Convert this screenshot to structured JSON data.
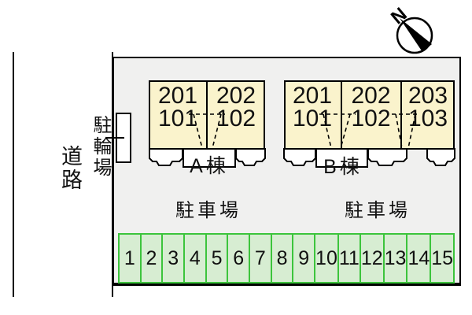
{
  "compass": {
    "label": "N"
  },
  "labels": {
    "road": "道路",
    "bicycle": "駐輪場",
    "parking_left": "駐車場",
    "parking_right": "駐車場"
  },
  "buildings": [
    {
      "name": "A棟",
      "units": [
        {
          "upper": "201",
          "lower": "101"
        },
        {
          "upper": "202",
          "lower": "102"
        }
      ]
    },
    {
      "name": "B棟",
      "units": [
        {
          "upper": "201",
          "lower": "101"
        },
        {
          "upper": "202",
          "lower": "102"
        },
        {
          "upper": "203",
          "lower": "103"
        }
      ]
    }
  ],
  "parking": {
    "stalls": [
      "1",
      "2",
      "3",
      "4",
      "5",
      "6",
      "7",
      "8",
      "9",
      "10",
      "11",
      "12",
      "13",
      "14",
      "15"
    ]
  },
  "colors": {
    "site_bg": "#f0f0ef",
    "building_fill": "#faf3cc",
    "stall_fill": "#d7edd2",
    "stall_border": "#3cc43c"
  }
}
